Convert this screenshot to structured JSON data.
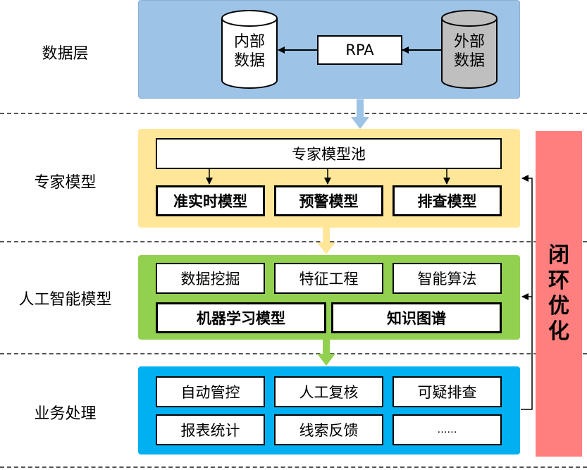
{
  "layers": {
    "data": "数据层",
    "expert": "专家模型",
    "ai": "人工智能模型",
    "business": "业务处理"
  },
  "data_layer": {
    "internal_db": "内部数据",
    "rpa": "RPA",
    "external_db": "外部数据"
  },
  "expert_layer": {
    "pool": "专家模型池",
    "models": [
      "准实时模型",
      "预警模型",
      "排查模型"
    ]
  },
  "ai_layer": {
    "row1": [
      "数据挖掘",
      "特征工程",
      "智能算法"
    ],
    "row2": [
      "机器学习模型",
      "知识图谱"
    ]
  },
  "business_layer": {
    "row1": [
      "自动管控",
      "人工复核",
      "可疑排查"
    ],
    "row2": [
      "报表统计",
      "线索反馈",
      "……"
    ]
  },
  "side_label": "闭环优化",
  "colors": {
    "data_panel": "#9dc3e6",
    "expert_panel": "#ffe699",
    "ai_panel": "#92d050",
    "business_panel": "#00b0f0",
    "side_panel": "#ff7f7f",
    "external_db": "#bfbfbf"
  }
}
